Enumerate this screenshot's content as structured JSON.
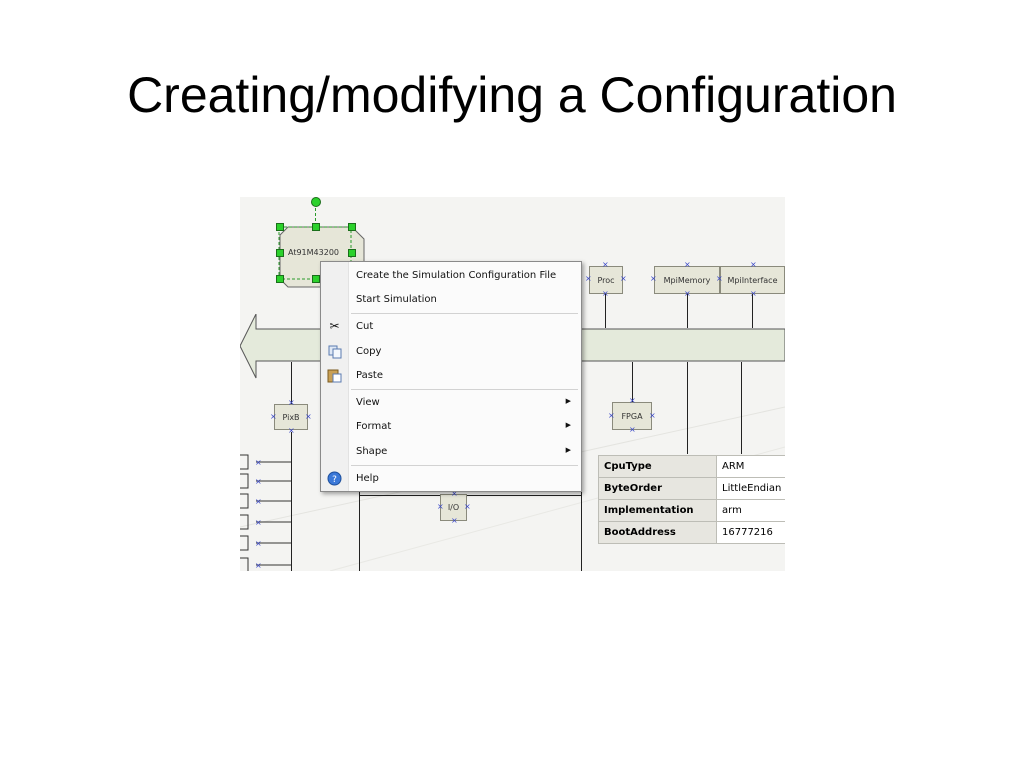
{
  "slide": {
    "title": "Creating/modifying a Configuration"
  },
  "diagram": {
    "cpu_label": "At91M43200",
    "nodes": {
      "proc": "Proc",
      "mpi_memory": "MpiMemory",
      "mpi_interface": "MpiInterface",
      "pixb": "PixB",
      "fpga": "FPGA",
      "io": "I/O"
    }
  },
  "context_menu": {
    "create_config": "Create the Simulation Configuration File",
    "start_simulation": "Start Simulation",
    "cut": "Cut",
    "copy": "Copy",
    "paste": "Paste",
    "view": "View",
    "format": "Format",
    "shape": "Shape",
    "help": "Help"
  },
  "properties": [
    {
      "key": "CpuType",
      "value": "ARM"
    },
    {
      "key": "ByteOrder",
      "value": "LittleEndian"
    },
    {
      "key": "Implementation",
      "value": "arm"
    },
    {
      "key": "BootAddress",
      "value": "16777216"
    }
  ],
  "icons": [
    "scissors-icon",
    "copy-icon",
    "paste-icon",
    "help-icon",
    "submenu-arrow-icon"
  ],
  "colors": {
    "bus": "#e4eadb",
    "selection_handle": "#2bd12b",
    "connector_x": "#3a48c8"
  }
}
